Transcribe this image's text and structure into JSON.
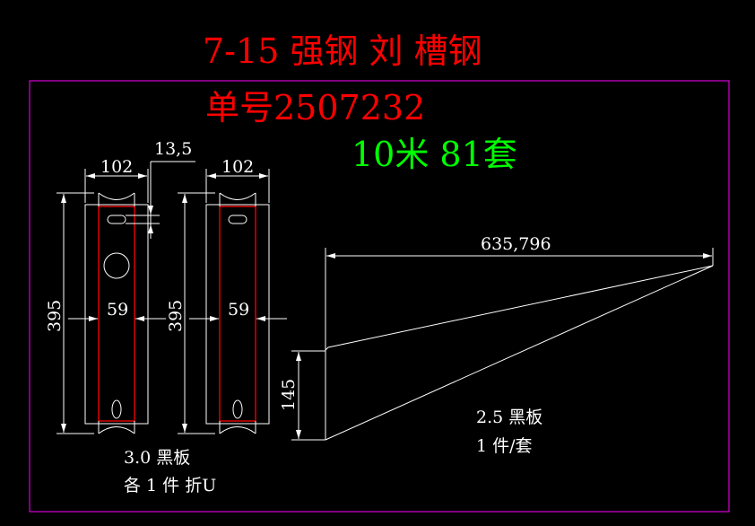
{
  "title": {
    "line1": "7-15 强钢  刘 槽钢",
    "order": "单号2507232",
    "quantity": "10米 81套"
  },
  "colors": {
    "title": "#ff0000",
    "quantity": "#00ff00",
    "border": "#ff00ff",
    "red_outline": "#ff0000"
  },
  "part_a": {
    "width_dim": "102",
    "height_dim": "395",
    "inner_dim": "59",
    "slot_dim": "13,5"
  },
  "part_b": {
    "width_dim": "102",
    "height_dim": "395",
    "inner_dim": "59"
  },
  "part_a_note": {
    "line1": "3.0 黑板",
    "line2": "各 1 件 折U"
  },
  "triangle": {
    "length_dim": "635,796",
    "height_dim": "145",
    "note1": "2.5 黑板",
    "note2": "1 件/套"
  }
}
